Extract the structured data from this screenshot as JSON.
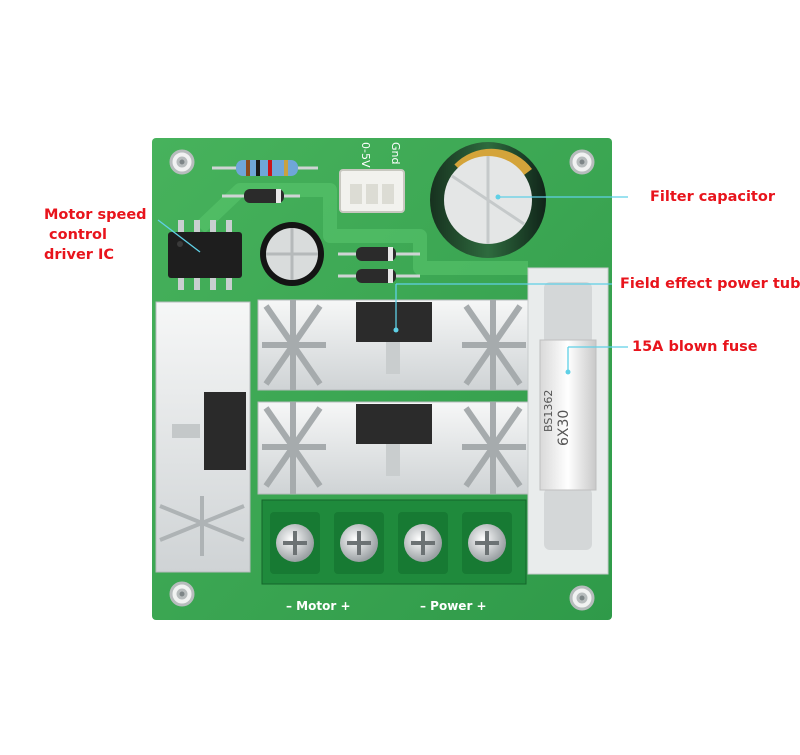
{
  "callouts": {
    "ic": [
      "Motor speed",
      " control",
      "driver IC"
    ],
    "capacitor": "Filter capacitor",
    "mosfet": "Field effect power tube",
    "fuse": "15A blown fuse"
  },
  "board_print": {
    "input_voltage": "0-5V",
    "ground": "Gnd",
    "motor_terminal": "– Motor +",
    "power_terminal": "– Power +",
    "fuse_rating": "6X30",
    "fuse_model": "BS1362"
  },
  "colors": {
    "callout_text": "#e8141c",
    "leader_line": "#5fd0e6",
    "pcb": "#3ca653",
    "heatsink": "#e8ebec",
    "terminal": "#1f8a3c"
  }
}
